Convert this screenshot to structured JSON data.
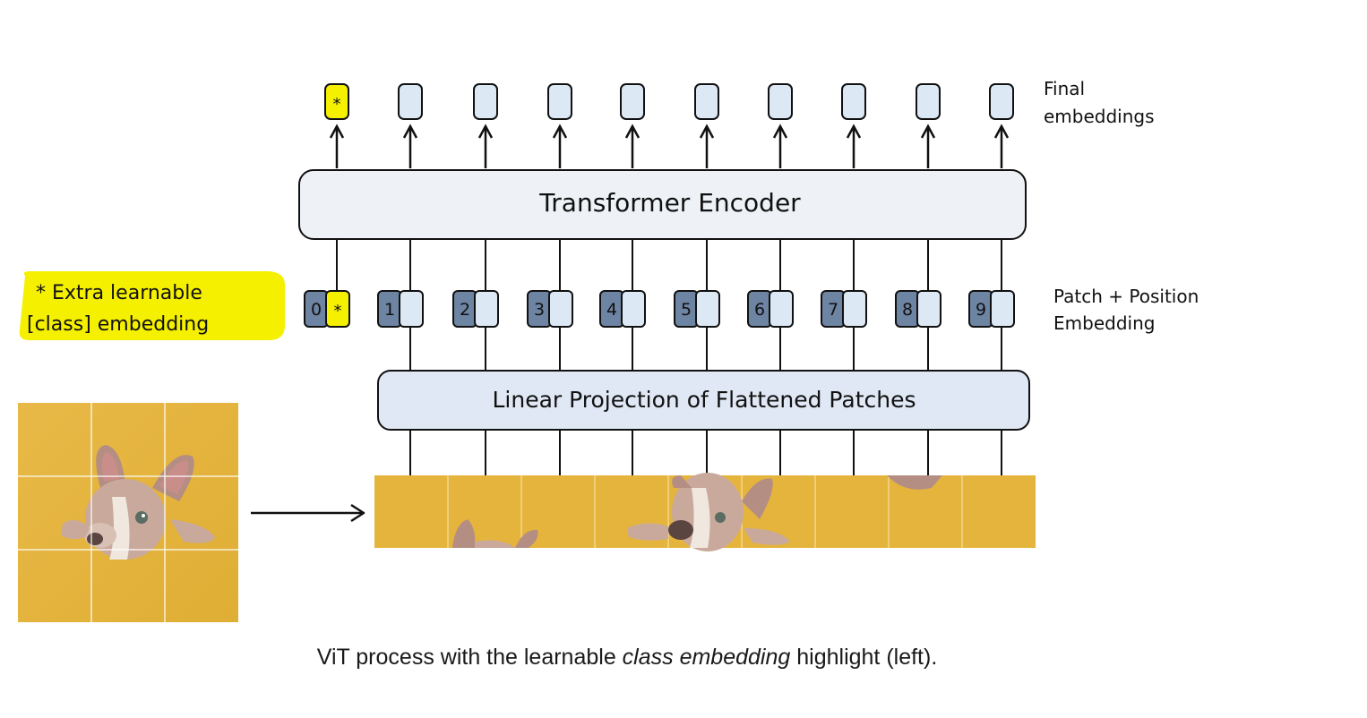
{
  "labels": {
    "final_embeddings": [
      "Final",
      "embeddings"
    ],
    "transformer_encoder": "Transformer Encoder",
    "patch_position": [
      "Patch + Position",
      "Embedding"
    ],
    "linear_projection": "Linear Projection of Flattened Patches",
    "extra_class": [
      "* Extra learnable",
      "[class] embedding"
    ],
    "class_marker": "*"
  },
  "position_indices": [
    "0",
    "1",
    "2",
    "3",
    "4",
    "5",
    "6",
    "7",
    "8",
    "9"
  ],
  "caption": {
    "before": "ViT process with the learnable ",
    "emphasis": "class embedding",
    "after": " highlight (left)."
  },
  "colors": {
    "highlight": "#f5f000",
    "embedding_fill": "#dde8f5",
    "index_fill": "#6e84a3",
    "box_fill": "#eef2f7",
    "projection_fill": "#dfe8f4",
    "image_background": "#e5b43c"
  },
  "icons": {
    "image": "puppy-photo-icon",
    "arrow": "arrow-right-icon"
  }
}
